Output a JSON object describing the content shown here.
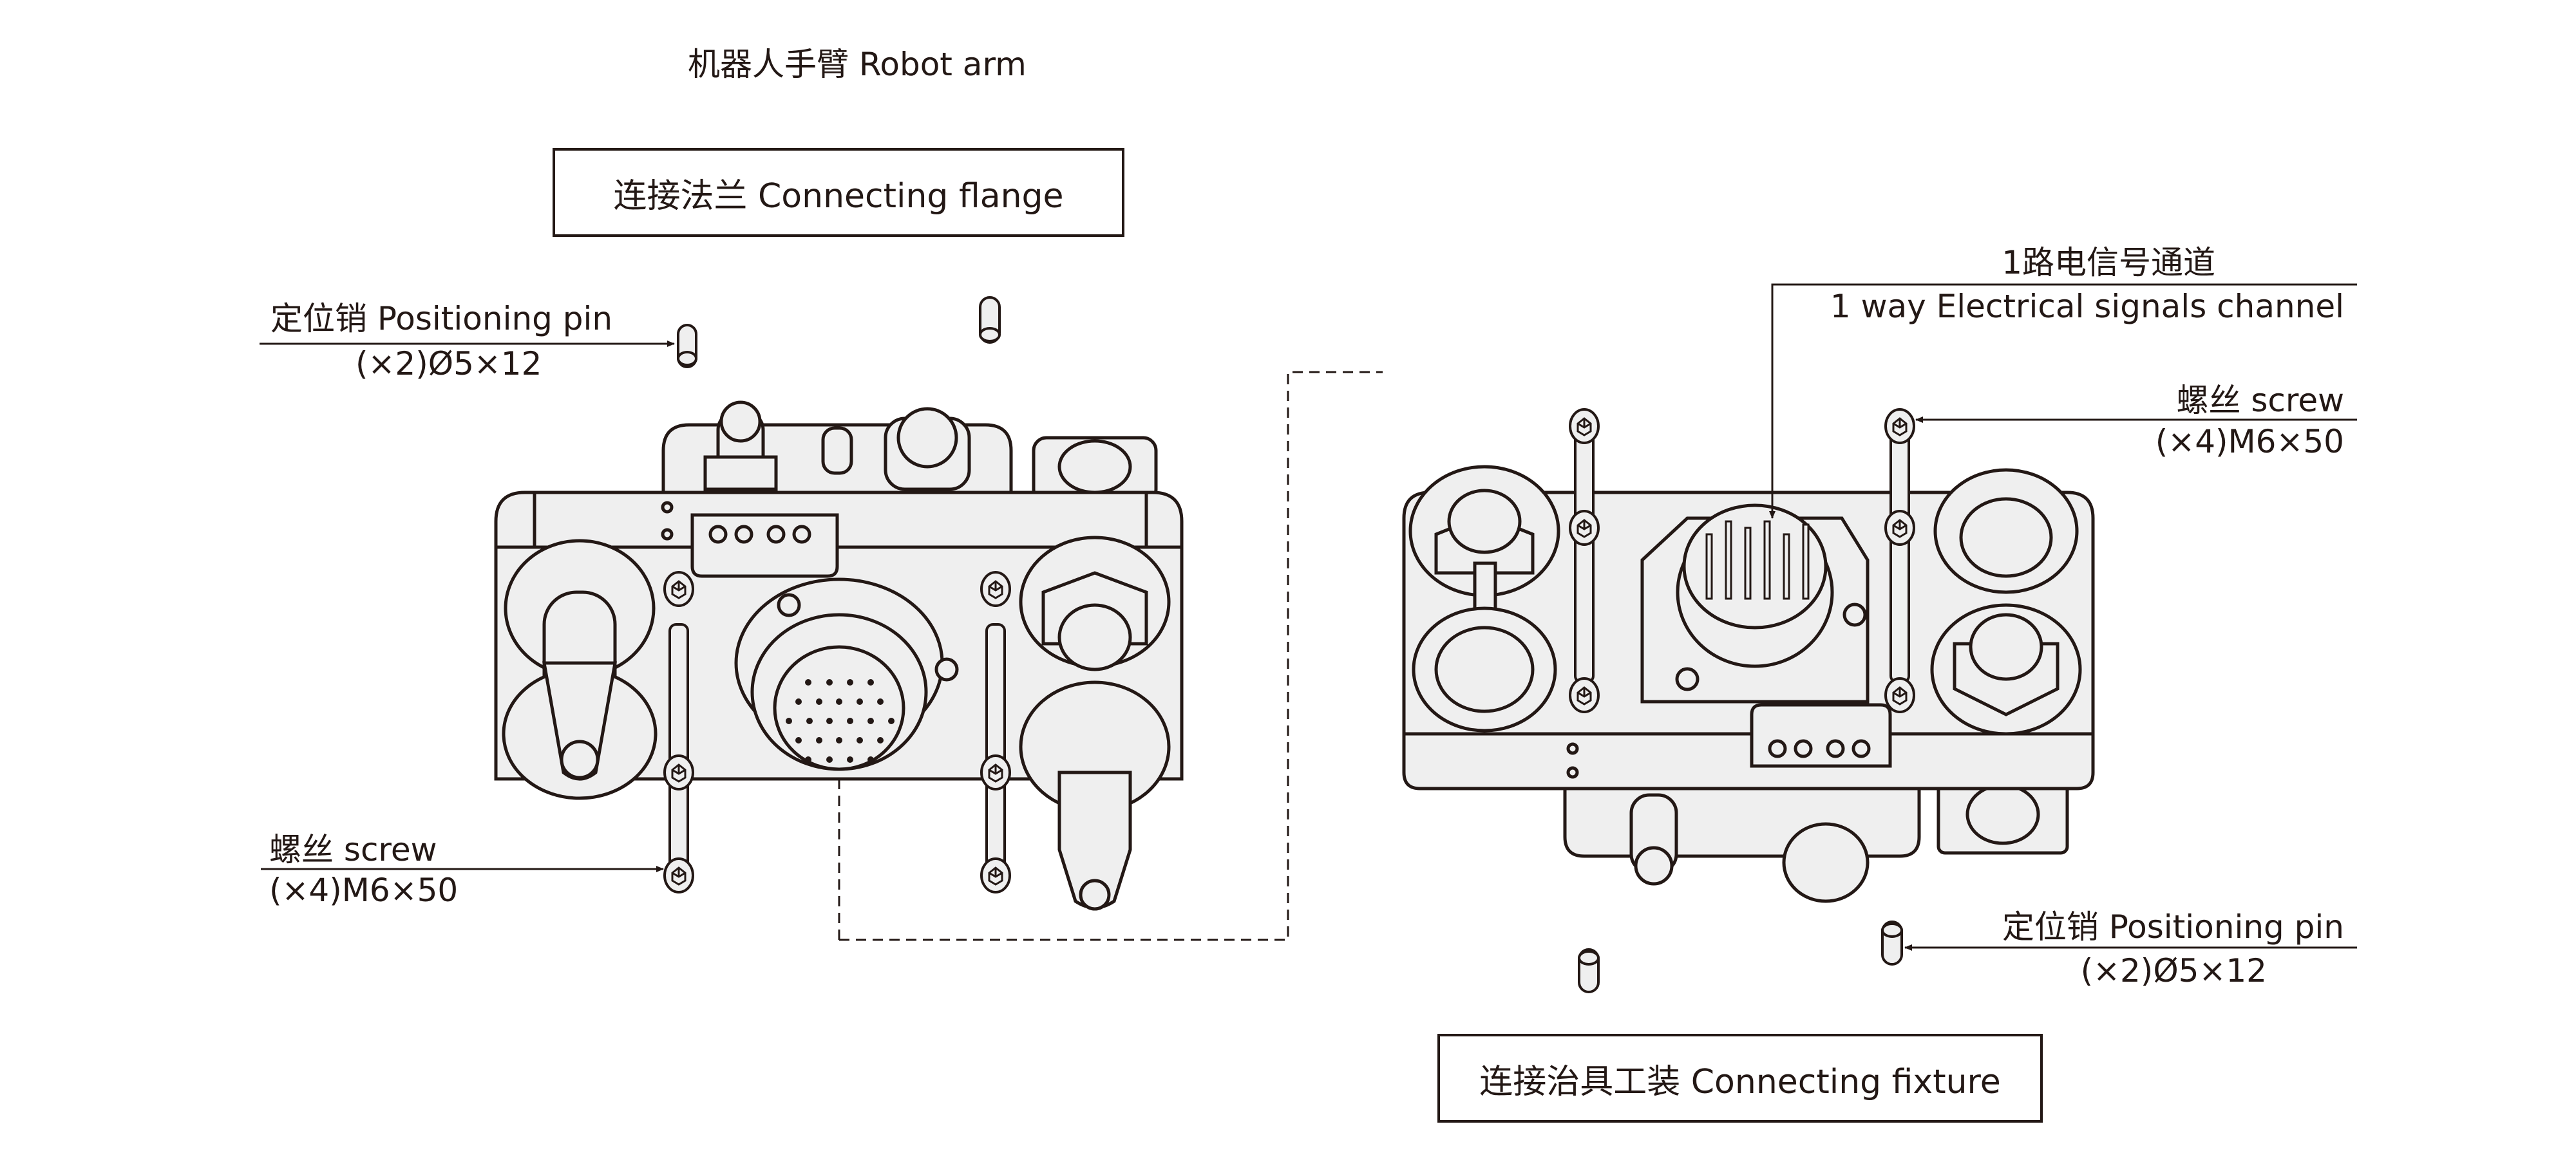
{
  "title": "机器人手臂 Robot arm",
  "boxes": {
    "flange": "连接法兰 Connecting flange",
    "fixture": "连接治具工装 Connecting fixture"
  },
  "callouts": {
    "pin_left": {
      "name": "定位销 Positioning pin",
      "spec": "(×2)Ø5×12"
    },
    "screw_left": {
      "name": "螺丝 screw",
      "spec": "(×4)M6×50"
    },
    "signal": {
      "cn": "1路电信号通道",
      "en": "1 way Electrical signals channel"
    },
    "screw_right": {
      "name": "螺丝 screw",
      "spec": "(×4)M6×50"
    },
    "pin_right": {
      "name": "定位销 Positioning pin",
      "spec": "(×2)Ø5×12"
    }
  },
  "colors": {
    "line": "#231815",
    "fill": "#efefef",
    "bg": "#ffffff"
  }
}
